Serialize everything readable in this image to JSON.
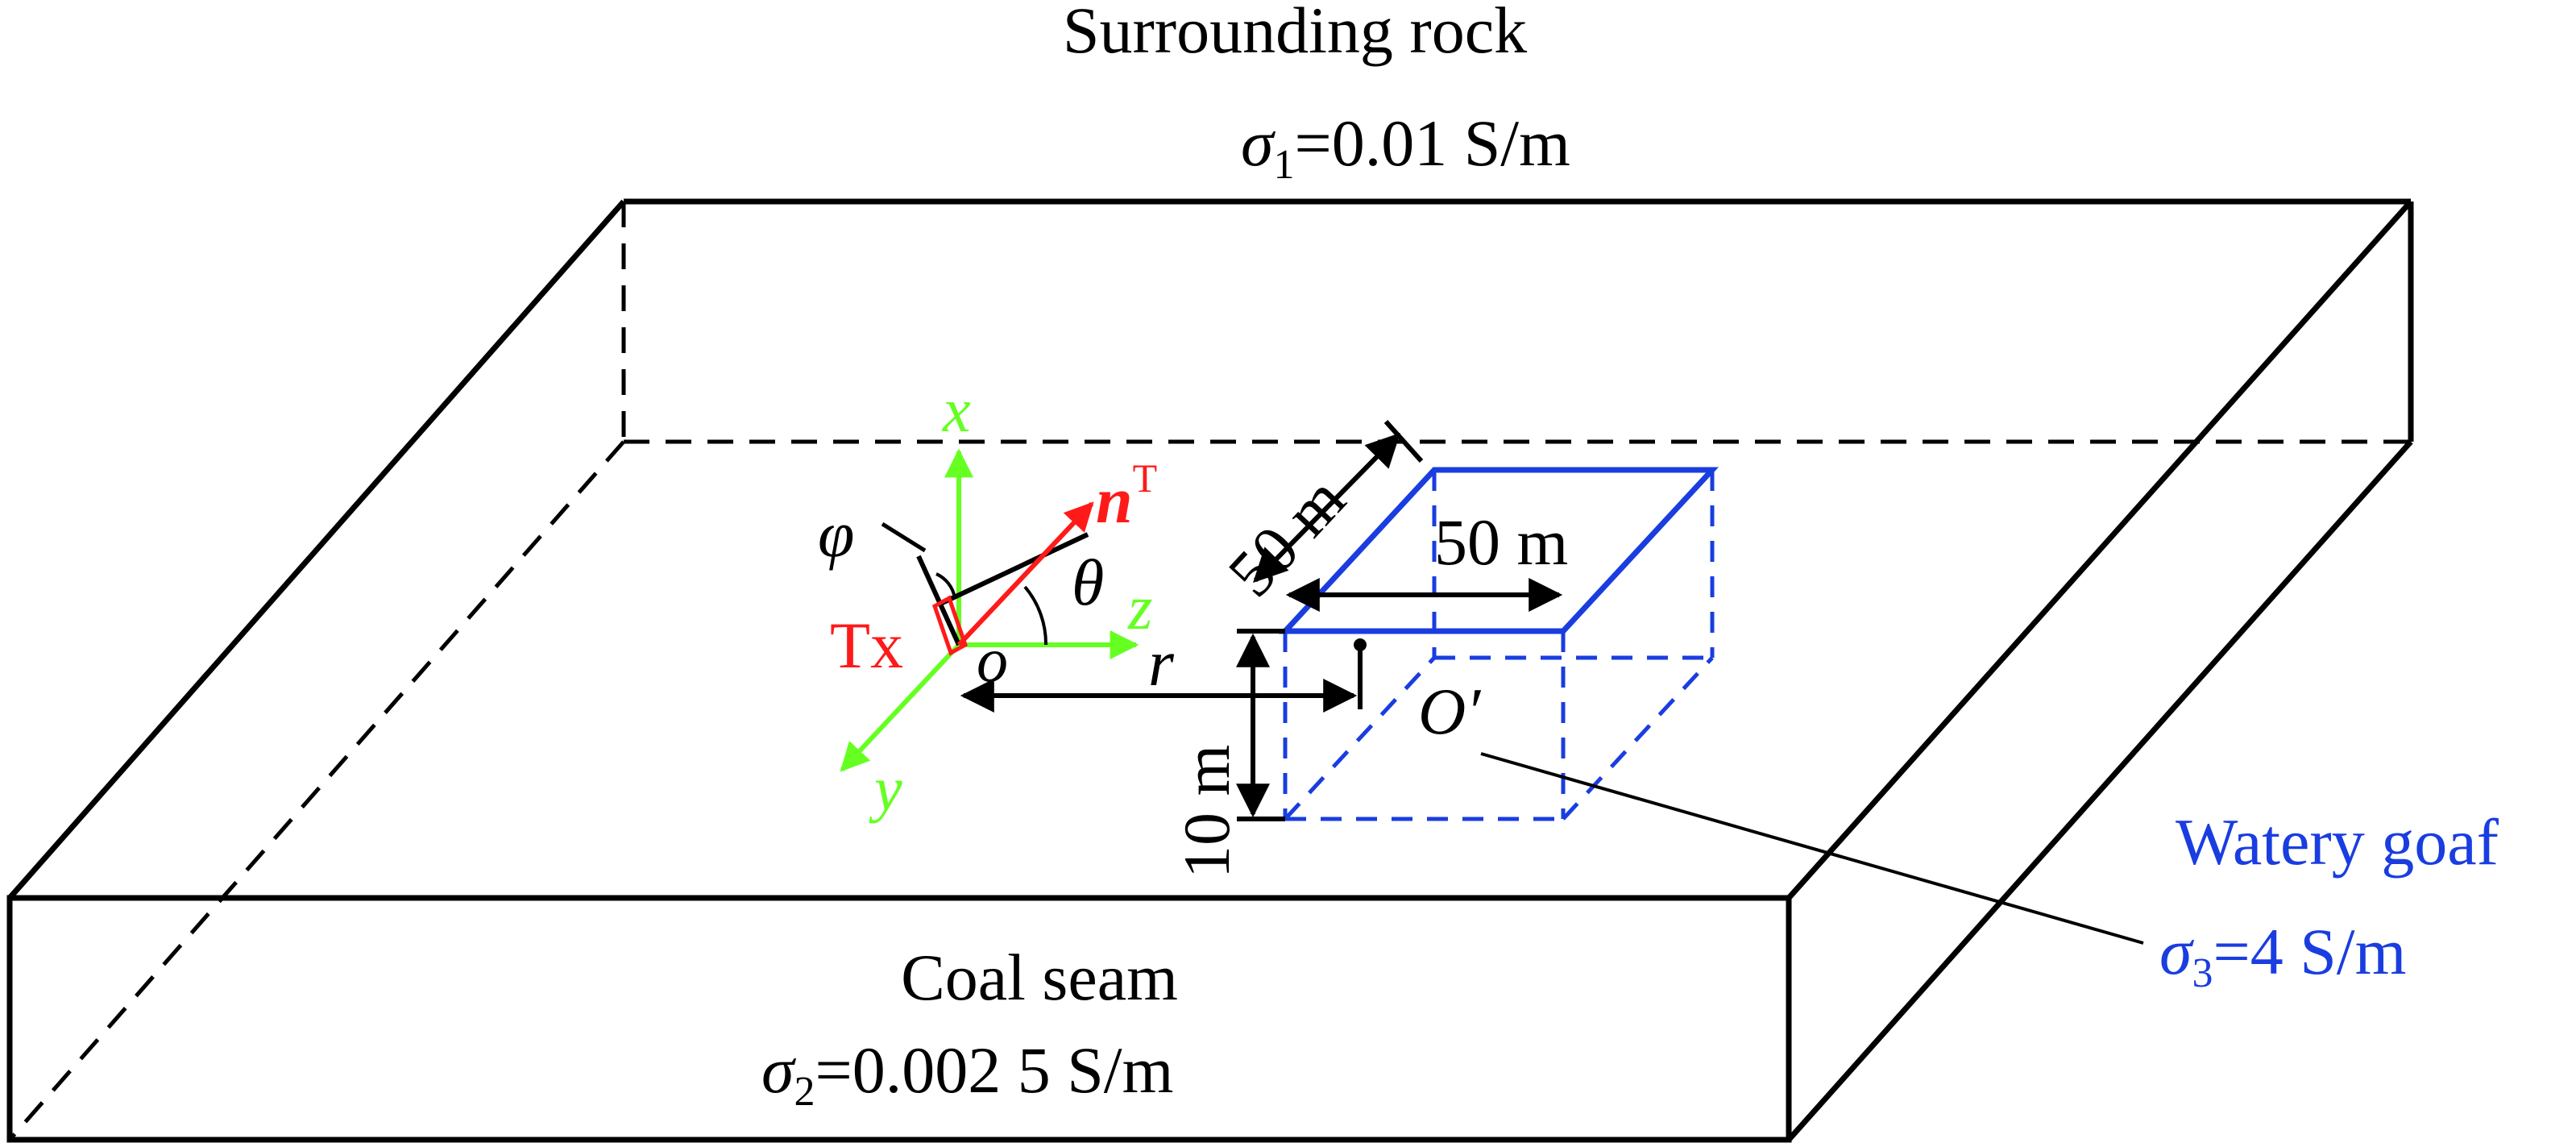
{
  "colors": {
    "line": "#000000",
    "goaf": "#1a3de0",
    "axis": "#66ff22",
    "transmitter": "#ff1a1a",
    "background": "#ffffff"
  },
  "surrounding_rock": {
    "name": "Surrounding rock",
    "sigma": "σ",
    "sub": "1",
    "value": "=0.01 S/m"
  },
  "coal_seam": {
    "name": "Coal seam",
    "sigma": "σ",
    "sub": "2",
    "value": "=0.002 5 S/m"
  },
  "goaf": {
    "name": "Watery goaf",
    "sigma": "σ",
    "sub": "3",
    "value": "=4 S/m",
    "length_label": "50 m",
    "width_label": "50 m",
    "height_label": "10 m",
    "center_label": "O′"
  },
  "axes": {
    "x": "x",
    "y": "y",
    "z": "z",
    "origin": "o"
  },
  "transmitter": {
    "label": "Tx",
    "normal": "n",
    "normal_sup": "T"
  },
  "angles": {
    "theta": "θ",
    "phi": "φ"
  },
  "distance": {
    "label": "r"
  }
}
